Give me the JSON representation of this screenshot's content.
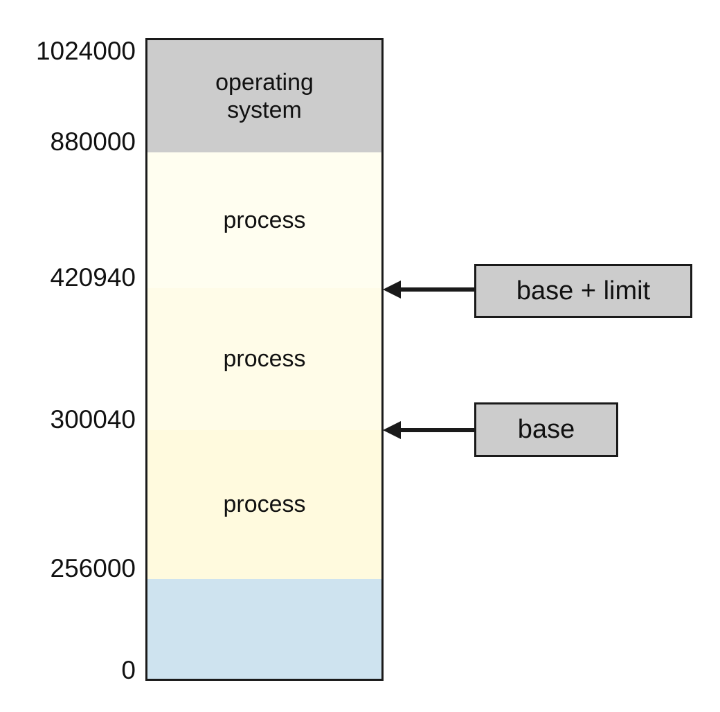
{
  "diagram": {
    "title": "base and limit registers memory layout",
    "type": "memory-layout",
    "colors": {
      "operating_system_fill": "#cccccc",
      "process_fill_1": "#fffef0",
      "process_fill_2": "#fffce8",
      "process_fill_3": "#fffade",
      "free_memory_fill": "#cee3ef",
      "stroke": "#1a1a1a",
      "callout_fill": "#cccccc",
      "background": "#ffffff"
    },
    "address_axis": {
      "unit": "bytes",
      "min": 0,
      "max": 1024000,
      "ticks": [
        {
          "value": 1024000,
          "label": "1024000"
        },
        {
          "value": 880000,
          "label": "880000"
        },
        {
          "value": 420940,
          "label": "420940"
        },
        {
          "value": 300040,
          "label": "300040"
        },
        {
          "value": 256000,
          "label": "256000"
        },
        {
          "value": 0,
          "label": "0"
        }
      ]
    },
    "regions": [
      {
        "id": "operating-system",
        "label": "operating\nsystem",
        "start": 880000,
        "end": 1024000,
        "fill": "#cccccc"
      },
      {
        "id": "process-top",
        "label": "process",
        "start": 420940,
        "end": 880000,
        "fill": "#fffef0"
      },
      {
        "id": "process-middle",
        "label": "process",
        "start": 300040,
        "end": 420940,
        "fill": "#fffce8"
      },
      {
        "id": "process-bottom",
        "label": "process",
        "start": 256000,
        "end": 300040,
        "fill": "#fffade"
      },
      {
        "id": "free-memory",
        "label": "",
        "start": 0,
        "end": 256000,
        "fill": "#cee3ef"
      }
    ],
    "callouts": [
      {
        "id": "base-plus-limit",
        "label": "base + limit",
        "points_to_address": 420940
      },
      {
        "id": "base",
        "label": "base",
        "points_to_address": 300040
      }
    ]
  }
}
